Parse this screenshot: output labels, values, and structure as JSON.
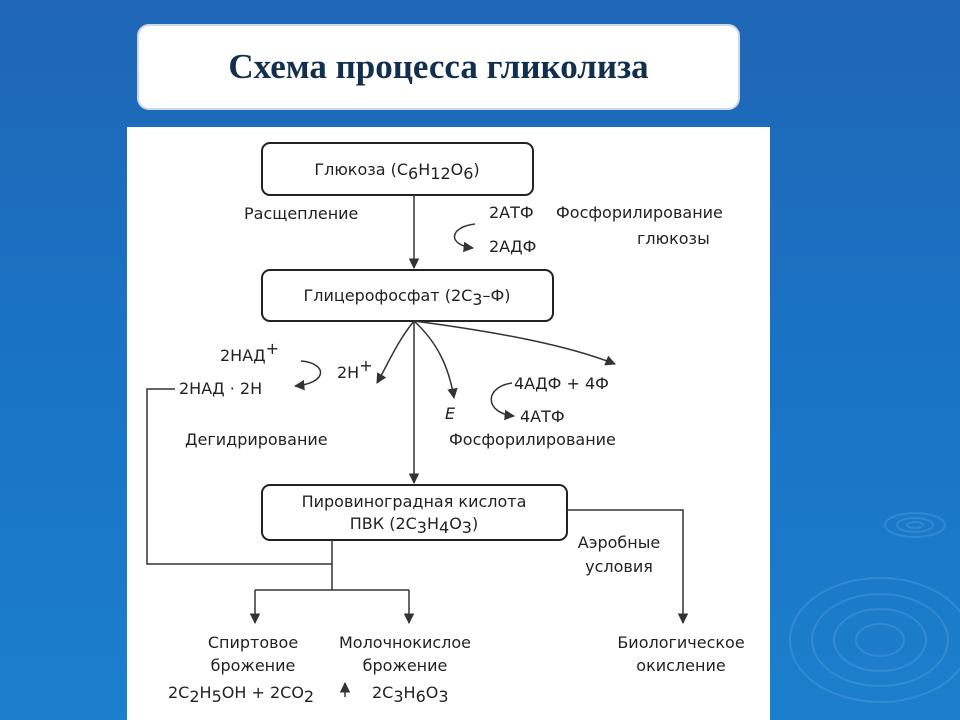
{
  "title": "Схема процесса гликолиза",
  "colors": {
    "background": "#1a73c4",
    "panel": "#ffffff",
    "ink": "#222222",
    "title_text": "#12304e"
  },
  "diagram": {
    "nodes": {
      "glucose": {
        "label": "Глюкоза (C",
        "sub1": "6",
        "mid1": "H",
        "sub2": "12",
        "mid2": "O",
        "sub3": "6",
        "tail": ")"
      },
      "glycerophosphate": {
        "label": "Глицерофосфат (2C",
        "sub1": "3",
        "tail": "–Ф)"
      },
      "pvk": {
        "line1": "Пировиноградная кислота",
        "line2_a": "ПВК (2C",
        "sub1": "3",
        "line2_b": "H",
        "sub2": "4",
        "line2_c": "O",
        "sub3": "3",
        "line2_d": ")"
      }
    },
    "labels": {
      "splitting": "Расщепление",
      "atp2": "2АТФ",
      "phosphorylation_glucose_1": "Фосфорилирование",
      "phosphorylation_glucose_2": "глюкозы",
      "adp2": "2АДФ",
      "nad_plus": "2НАД",
      "nad_plus_sup": "+",
      "h_plus": "2Н",
      "h_plus_sup": "+",
      "nad_2h": "2НАД · 2Н",
      "dehydrogenation": "Дегидрирование",
      "energy": "E",
      "adp4_f4": "4АДФ + 4Ф",
      "atp4": "4АТФ",
      "phosphorylation": "Фосфорилирование",
      "aerobic_1": "Аэробные",
      "aerobic_2": "условия",
      "alcohol_1": "Спиртовое",
      "alcohol_2": "брожение",
      "lactic_1": "Молочнокислое",
      "lactic_2": "брожение",
      "bio_1": "Биологическое",
      "bio_2": "окисление"
    },
    "formulas": {
      "alcohol": {
        "a": "2C",
        "s1": "2",
        "b": "H",
        "s2": "5",
        "c": "OH + 2CO",
        "s3": "2"
      },
      "lactic": {
        "a": "2C",
        "s1": "3",
        "b": "H",
        "s2": "6",
        "c": "O",
        "s3": "3"
      }
    }
  }
}
